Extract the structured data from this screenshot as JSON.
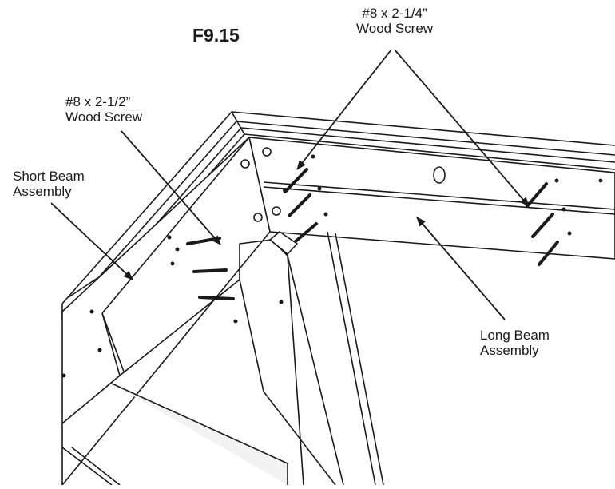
{
  "figure_id": "F9.15",
  "callouts": {
    "screw_quarter": {
      "line1": "#8 x 2-1/4”",
      "line2": "Wood Screw"
    },
    "screw_half": {
      "line1": "#8 x 2-1/2”",
      "line2": "Wood Screw"
    },
    "short_beam": {
      "line1": "Short Beam",
      "line2": "Assembly"
    },
    "long_beam": {
      "line1": "Long Beam",
      "line2": "Assembly"
    }
  },
  "colors": {
    "line": "#1a1a1a",
    "shade": "#f2f2f2",
    "background": "#ffffff"
  }
}
